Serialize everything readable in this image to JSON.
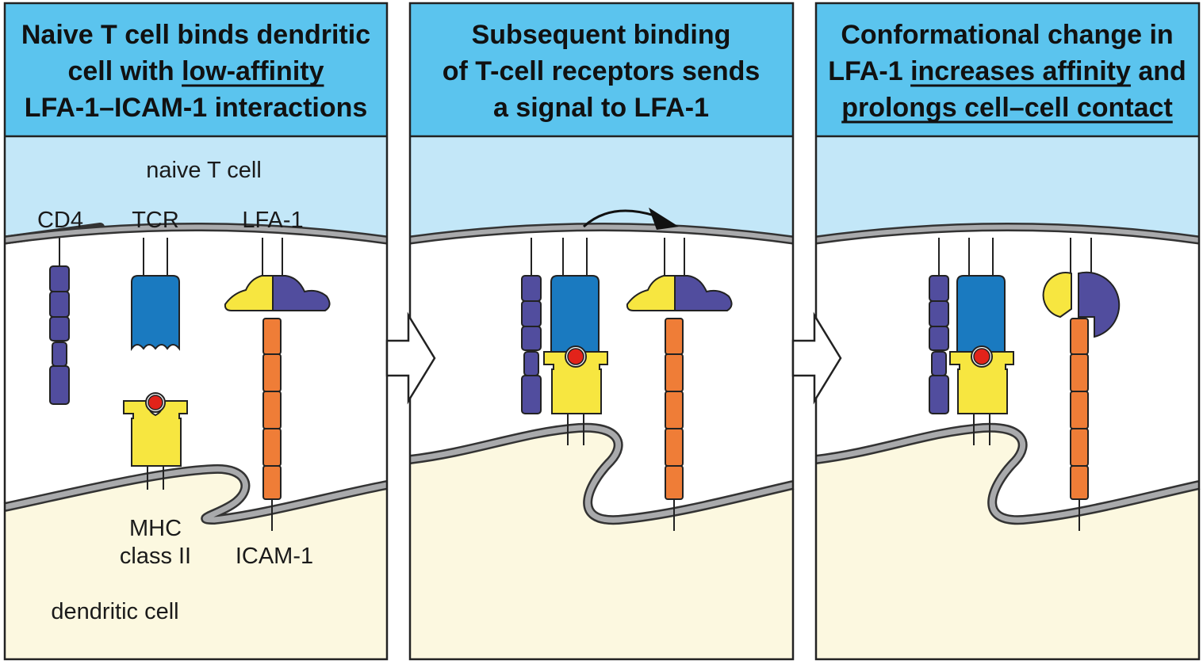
{
  "panels": [
    {
      "title": {
        "lines": [
          [
            {
              "text": "Naive T cell binds dendritic"
            }
          ],
          [
            {
              "text": "cell with "
            },
            {
              "text": "low-affinity",
              "underline": true
            }
          ],
          [
            {
              "text": "LFA-1–ICAM-1 interactions"
            }
          ]
        ]
      },
      "labels": {
        "t_cell": "naive T cell",
        "cd4": "CD4",
        "tcr": "TCR",
        "lfa1": "LFA-1",
        "mhc_line1": "MHC",
        "mhc_line2": "class II",
        "icam1": "ICAM-1",
        "dendritic_cell": "dendritic cell"
      }
    },
    {
      "title": {
        "lines": [
          [
            {
              "text": "Subsequent binding"
            }
          ],
          [
            {
              "text": "of T-cell receptors sends"
            }
          ],
          [
            {
              "text": "a signal to LFA-1"
            }
          ]
        ]
      }
    },
    {
      "title": {
        "lines": [
          [
            {
              "text": "Conformational change in"
            }
          ],
          [
            {
              "text": "LFA-1 "
            },
            {
              "text": "increases affinity",
              "underline": true
            },
            {
              "text": " and"
            }
          ],
          [
            {
              "text": "prolongs cell–cell contact",
              "underline": true
            }
          ]
        ]
      }
    }
  ],
  "colors": {
    "header": "#5bc4ee",
    "t_cell": "#c3e7f8",
    "dendritic_cell": "#fcf8e0",
    "membrane": "#a9aaac",
    "cd4": "#514d9e",
    "tcr": "#1a7ac0",
    "lfa1_alpha": "#f7e640",
    "lfa1_beta": "#514d9e",
    "mhc": "#f7e640",
    "peptide": "#e2231a",
    "icam1": "#ef7d37"
  }
}
